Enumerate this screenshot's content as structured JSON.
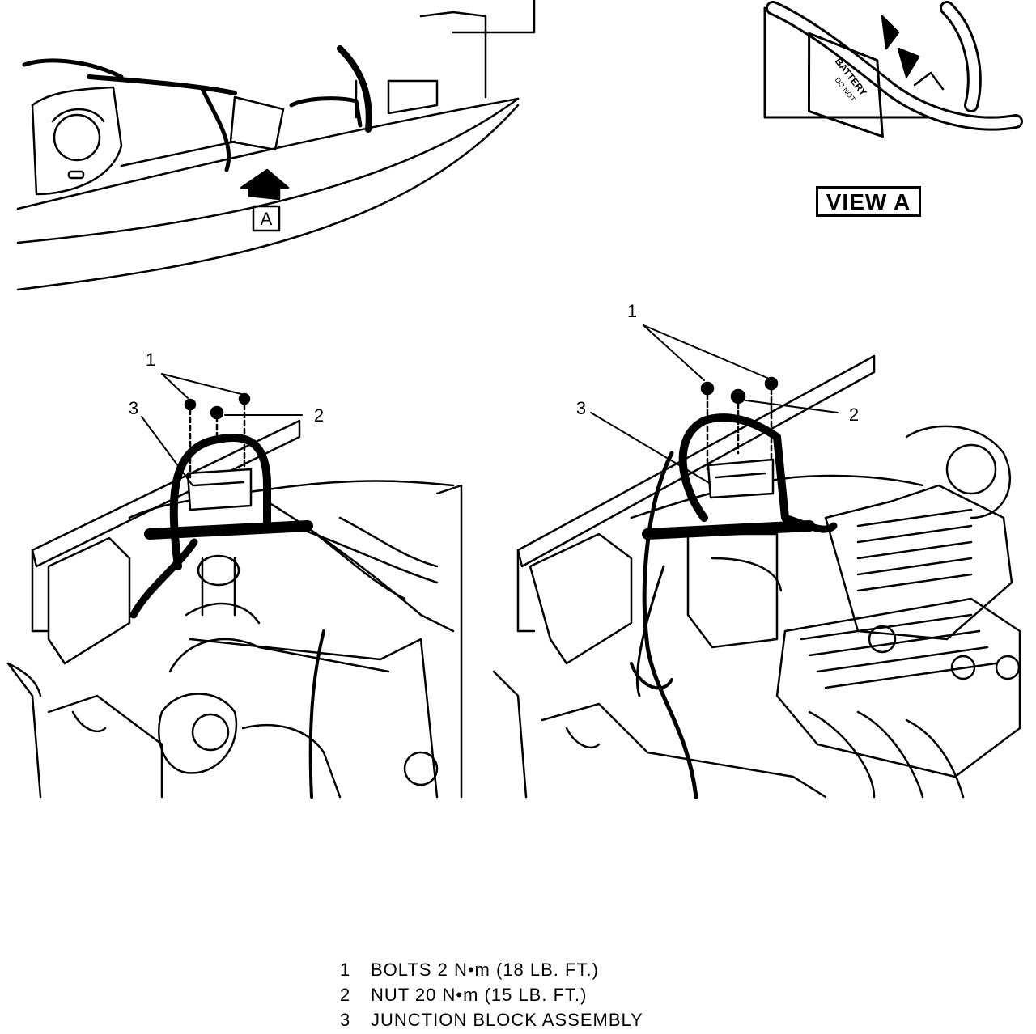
{
  "view_a": {
    "label": "VIEW A",
    "arrow_letter": "A"
  },
  "tag_text": [
    "BATTERY",
    "DO NOT"
  ],
  "callouts": {
    "left": [
      "1",
      "2",
      "3"
    ],
    "right": [
      "1",
      "2",
      "3"
    ]
  },
  "legend": [
    {
      "num": "1",
      "text": "BOLTS 2 N•m (18 LB. FT.)"
    },
    {
      "num": "2",
      "text": "NUT 20 N•m (15 LB. FT.)"
    },
    {
      "num": "3",
      "text": "JUNCTION BLOCK ASSEMBLY"
    }
  ]
}
